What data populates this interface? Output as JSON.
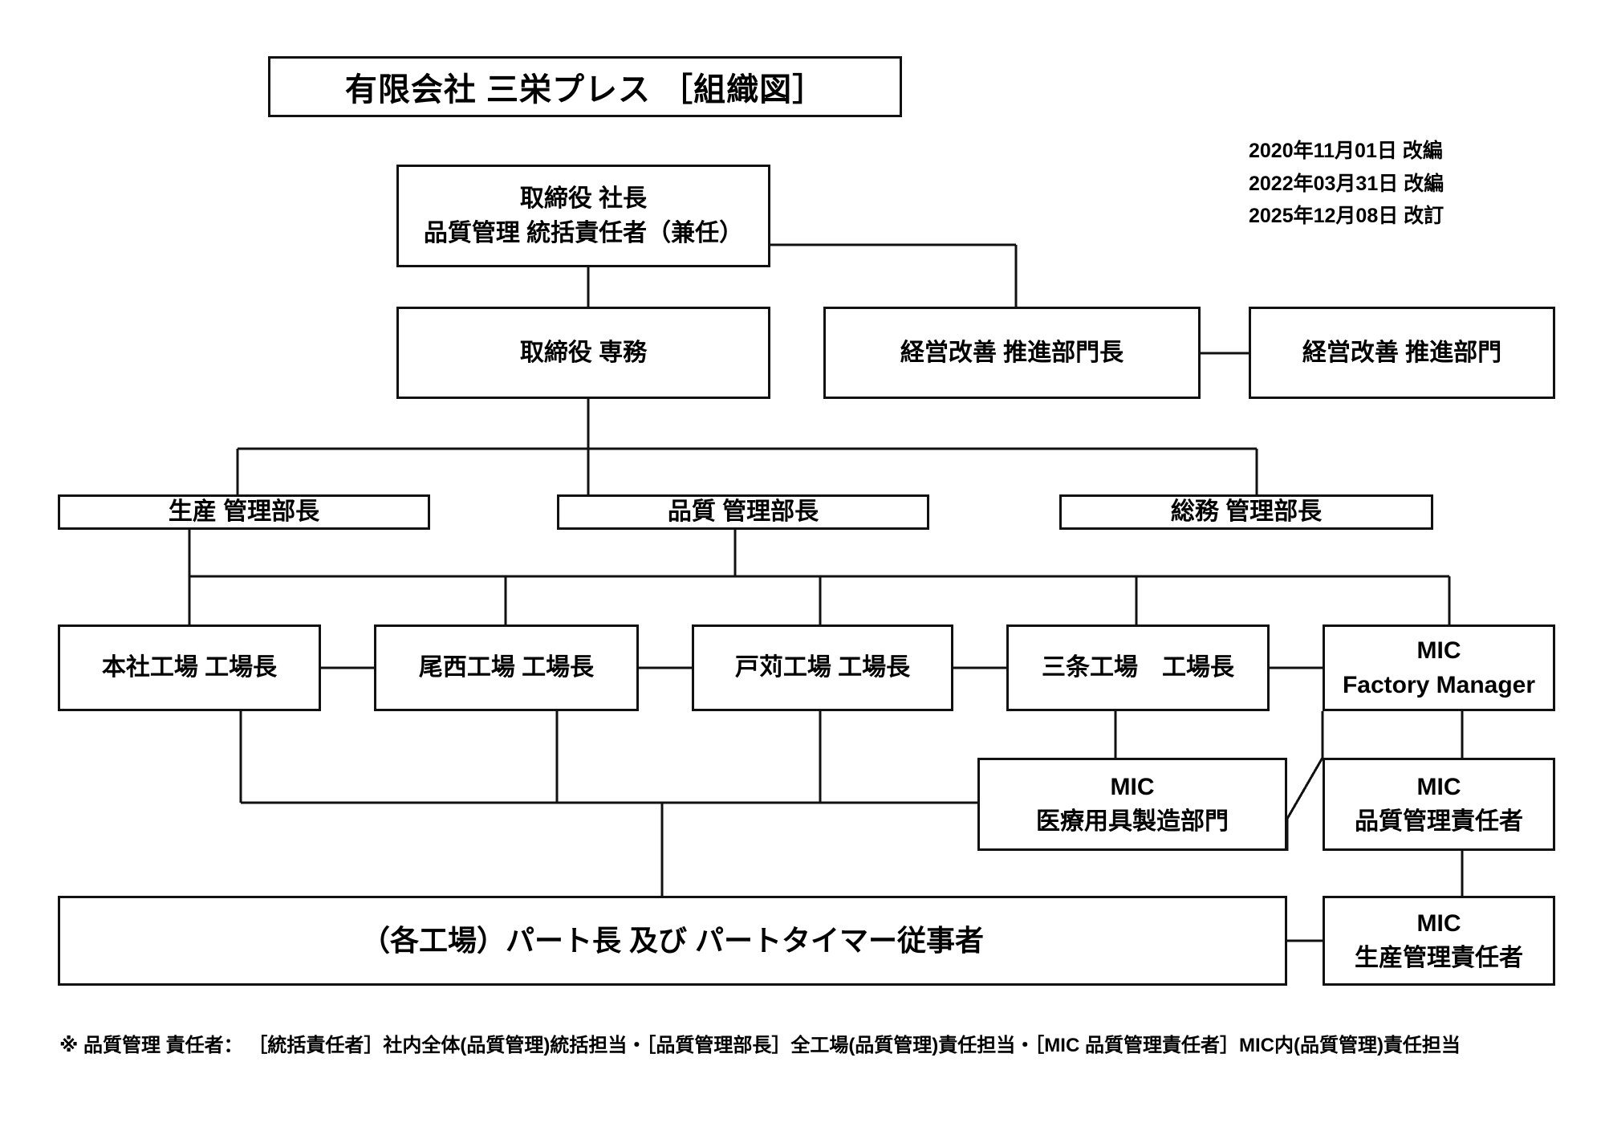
{
  "document": {
    "title": "有限会社 三栄プレス ［組織図］",
    "background_color": "#ffffff",
    "line_color": "#111111",
    "text_color": "#000000"
  },
  "revisions": [
    "2020年11月01日 改編",
    "2022年03月31日 改編",
    "2025年12月08日 改訂"
  ],
  "nodes": {
    "president": {
      "line1": "取締役 社長",
      "line2": "品質管理 統括責任者（兼任）"
    },
    "senior_director": {
      "line1": "取締役 専務"
    },
    "kaizen_manager": {
      "line1": "経営改善 推進部門長"
    },
    "kaizen_dept": {
      "line1": "経営改善 推進部門"
    },
    "production_dept_manager": {
      "line1": "生産 管理部長"
    },
    "quality_dept_manager": {
      "line1": "品質 管理部長"
    },
    "general_affairs_manager": {
      "line1": "総務 管理部長"
    },
    "factory_honsha": {
      "line1": "本社工場 工場長"
    },
    "factory_onishi": {
      "line1": "尾西工場 工場長"
    },
    "factory_togari": {
      "line1": "戸苅工場 工場長"
    },
    "factory_sanjo": {
      "line1": "三条工場　工場長"
    },
    "mic_factory_manager": {
      "line1": "MIC",
      "line2": "Factory Manager"
    },
    "mic_medical_device_dept": {
      "line1": "MIC",
      "line2": "医療用具製造部門"
    },
    "mic_quality_manager": {
      "line1": "MIC",
      "line2": "品質管理責任者"
    },
    "mic_production_manager": {
      "line1": "MIC",
      "line2": "生産管理責任者"
    },
    "part_timers": {
      "line1": "（各工場）パート長 及び パートタイマー従事者"
    }
  },
  "footnote": "※ 品質管理 責任者： ［統括責任者］社内全体(品質管理)統括担当・［品質管理部長］全工場(品質管理)責任担当・［MIC 品質管理責任者］MIC内(品質管理)責任担当"
}
